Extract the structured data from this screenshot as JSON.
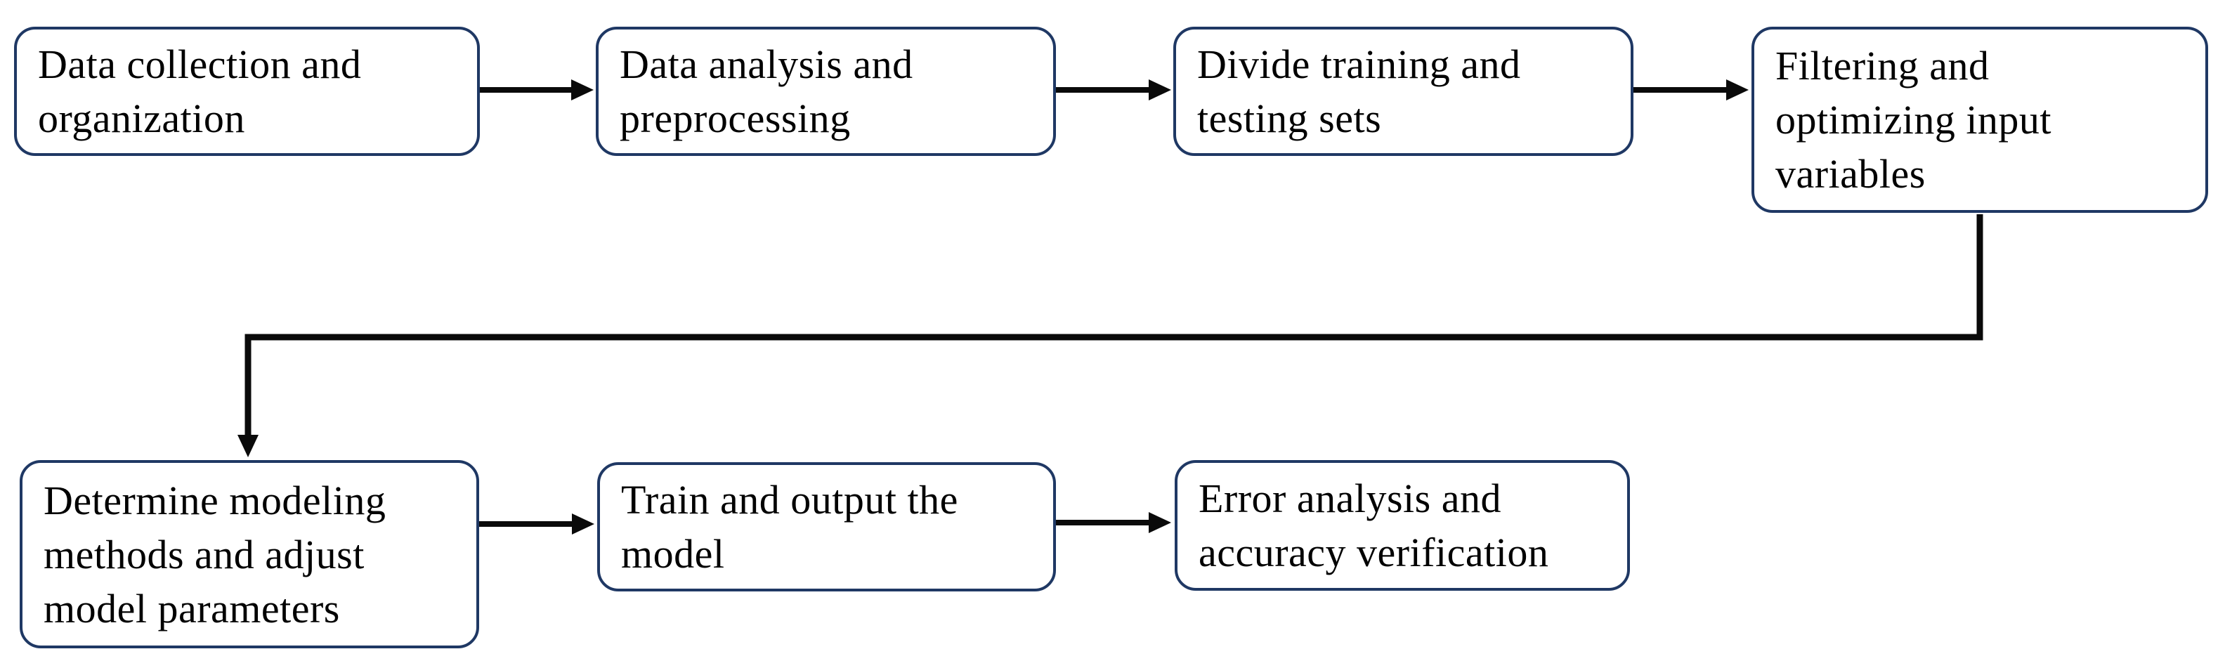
{
  "diagram": {
    "type": "flowchart",
    "colors": {
      "node_border": "#1f3864",
      "node_fill": "#ffffff",
      "node_text": "#010101",
      "connector": "#0a0a0a",
      "background": "#ffffff"
    },
    "nodes": [
      {
        "id": "n1",
        "label": "Data collection and\norganization"
      },
      {
        "id": "n2",
        "label": "Data analysis and\npreprocessing"
      },
      {
        "id": "n3",
        "label": "Divide training and\ntesting sets"
      },
      {
        "id": "n4",
        "label": "Filtering and\noptimizing input\nvariables"
      },
      {
        "id": "n5",
        "label": "Determine modeling\nmethods and adjust\nmodel parameters"
      },
      {
        "id": "n6",
        "label": "Train and output the\nmodel"
      },
      {
        "id": "n7",
        "label": "Error analysis and\naccuracy verification"
      }
    ],
    "edges": [
      {
        "from": "n1",
        "to": "n2",
        "style": "straight-arrow"
      },
      {
        "from": "n2",
        "to": "n3",
        "style": "straight-arrow"
      },
      {
        "from": "n3",
        "to": "n4",
        "style": "straight-arrow"
      },
      {
        "from": "n4",
        "to": "n5",
        "style": "elbow-arrow"
      },
      {
        "from": "n5",
        "to": "n6",
        "style": "straight-arrow"
      },
      {
        "from": "n6",
        "to": "n7",
        "style": "straight-arrow"
      }
    ]
  }
}
